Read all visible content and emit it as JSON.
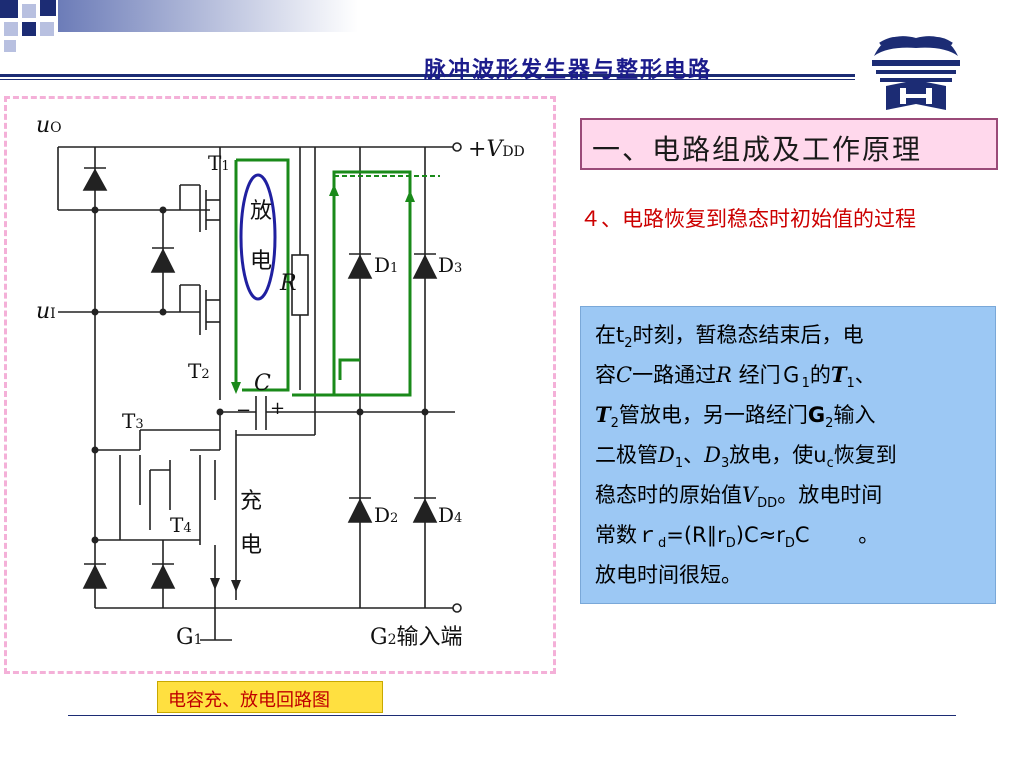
{
  "header": {
    "title": "脉冲波形发生器与整形电路",
    "accent_color": "#1c2c74"
  },
  "logo": {
    "icon": "dragon-book-emblem-icon"
  },
  "section": {
    "title": "一、电路组成及工作原理",
    "bg_color": "#ffd8ec"
  },
  "subtitle": "４、电路恢复到稳态时初始值的过程",
  "info": {
    "line1": {
      "a": "在t",
      "b": "2",
      "c": "时刻，暂稳态结束后，电"
    },
    "line2": {
      "a": "容",
      "b": "C",
      "c": "一路通过",
      "d": "R",
      "e": " 经门Ｇ",
      "f": "1",
      "g": "的",
      "h": "T",
      "i": "1",
      "j": "、"
    },
    "line3": {
      "a": "T",
      "b": "2",
      "c": "管放电，另一路经门",
      "d": "G",
      "e": "2",
      "f": "输入"
    },
    "line4": {
      "a": "二极管",
      "b": "D",
      "c": "1",
      "d": "、",
      "e": "D",
      "f": "3",
      "g": "放电，使u",
      "h": "c",
      "i": "恢复到"
    },
    "line5": {
      "a": "稳态时的原始值",
      "b": "V",
      "c": "DD",
      "d": "。放电时间"
    },
    "line6": {
      "a": "常数ｒ",
      "b": "d",
      "c": "=(R∥r",
      "d": "D",
      "e": ")C≈r",
      "f": "D",
      "g": "C　　 。"
    },
    "line7": {
      "a": "放电时间很短。"
    },
    "bg_color": "#9cc8f4"
  },
  "circuit": {
    "labels": {
      "uO": "u",
      "uO_sub": "O",
      "uI": "u",
      "uI_sub": "I",
      "vdd_plus": "+",
      "vdd": "V",
      "vdd_sub": "DD",
      "T1": "T",
      "T1_sub": "1",
      "T2": "T",
      "T2_sub": "2",
      "T3": "T",
      "T3_sub": "3",
      "T4": "T",
      "T4_sub": "4",
      "discharge1": "放",
      "discharge2": "电",
      "R": "R",
      "C": "C",
      "cap_minus": "−",
      "cap_plus": "+",
      "D1": "D",
      "D1_sub": "1",
      "D2": "D",
      "D2_sub": "2",
      "D3": "D",
      "D3_sub": "3",
      "D4": "D",
      "D4_sub": "4",
      "charge1": "充",
      "charge2": "电",
      "G1": "G",
      "G1_sub": "1",
      "G2": "G",
      "G2_sub": "2",
      "G2_suffix": "输入端"
    },
    "loop_color": "#1a8a1a",
    "ellipse_color": "#2020a0"
  },
  "caption": "电容充、放电回路图"
}
